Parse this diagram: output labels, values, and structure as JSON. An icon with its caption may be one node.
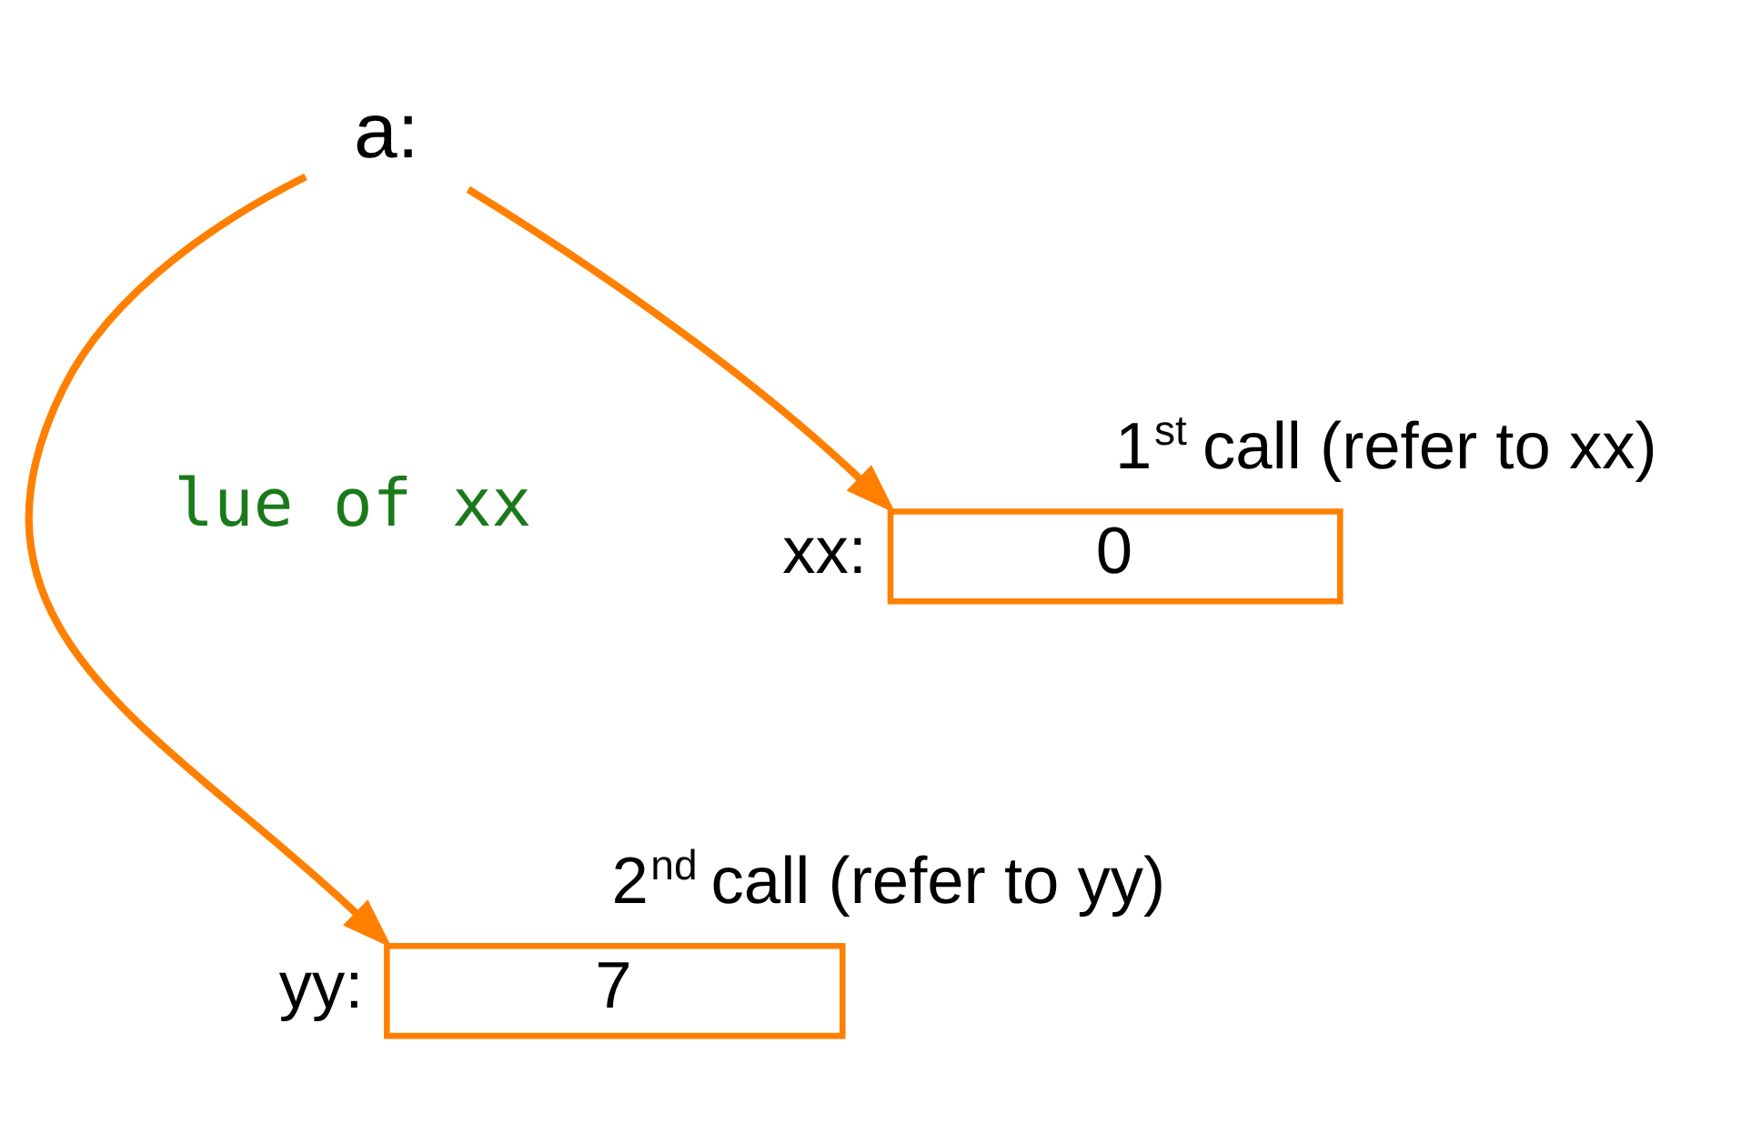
{
  "diagram": {
    "nodes": [
      {
        "text": [
          "a:"
        ]
      },
      {
        "text": [
          "0"
        ],
        "beside": [
          "xx:",
          "1$^{st}$ call (refer to xx)"
        ]
      },
      {
        "text": [
          "7"
        ],
        "beside": [
          "yy:",
          "2$^{nd}$ call (refer to yy)"
        ]
      }
    ],
    "edges": [
      {
        "from": 0,
        "to": 1,
        "arrow": "to"
      },
      {
        "from": 0,
        "to": 2,
        "arrow": "to"
      }
    ],
    "labels": [
      "lue of xx"
    ]
  }
}
